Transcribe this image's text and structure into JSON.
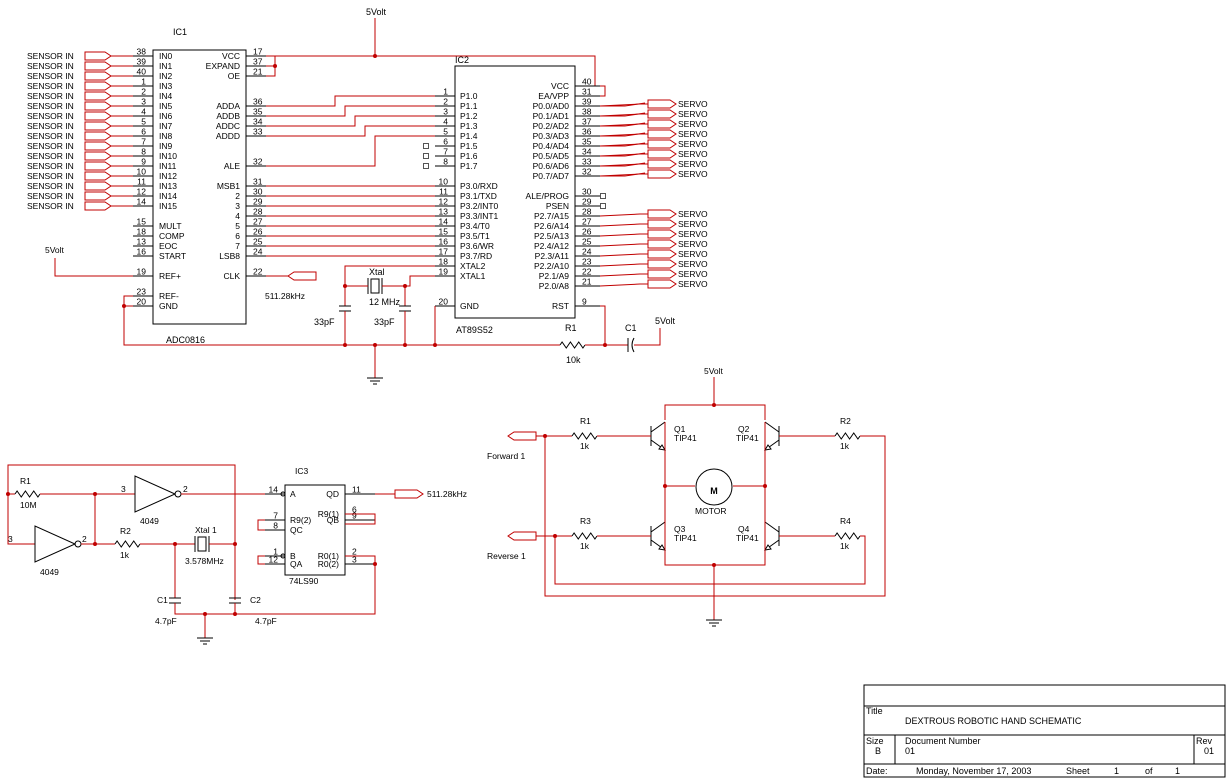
{
  "supply_label": "5Volt",
  "ic1": {
    "name": "IC1",
    "part": "ADC0816",
    "sensor_label": "SENSOR IN",
    "left_pins": [
      {
        "num": "38",
        "name": "IN0"
      },
      {
        "num": "39",
        "name": "IN1"
      },
      {
        "num": "40",
        "name": "IN2"
      },
      {
        "num": "1",
        "name": "IN3"
      },
      {
        "num": "2",
        "name": "IN4"
      },
      {
        "num": "3",
        "name": "IN5"
      },
      {
        "num": "4",
        "name": "IN6"
      },
      {
        "num": "5",
        "name": "IN7"
      },
      {
        "num": "6",
        "name": "IN8"
      },
      {
        "num": "7",
        "name": "IN9"
      },
      {
        "num": "8",
        "name": "IN10"
      },
      {
        "num": "9",
        "name": "IN11"
      },
      {
        "num": "10",
        "name": "IN12"
      },
      {
        "num": "11",
        "name": "IN13"
      },
      {
        "num": "12",
        "name": "IN14"
      },
      {
        "num": "14",
        "name": "IN15"
      }
    ],
    "ctrl_pins": [
      {
        "num": "15",
        "name": "MULT"
      },
      {
        "num": "18",
        "name": "COMP"
      },
      {
        "num": "13",
        "name": "EOC"
      },
      {
        "num": "16",
        "name": "START"
      }
    ],
    "ref_plus": {
      "num": "19",
      "name": "REF+"
    },
    "ref_minus": {
      "num": "23",
      "name": "REF-"
    },
    "gnd": {
      "num": "20",
      "name": "GND"
    },
    "top_right": [
      {
        "num": "17",
        "name": "VCC"
      },
      {
        "num": "37",
        "name": "EXPAND"
      },
      {
        "num": "21",
        "name": "OE"
      }
    ],
    "addr_pins": [
      {
        "num": "36",
        "name": "ADDA"
      },
      {
        "num": "35",
        "name": "ADDB"
      },
      {
        "num": "34",
        "name": "ADDC"
      },
      {
        "num": "33",
        "name": "ADDD"
      }
    ],
    "ale": {
      "num": "32",
      "name": "ALE"
    },
    "data_pins": [
      {
        "num": "31",
        "name": "MSB1"
      },
      {
        "num": "30",
        "name": ""
      },
      {
        "num": "29",
        "name": "2"
      },
      {
        "num": "28",
        "name": "3"
      },
      {
        "num": "27",
        "name": "4"
      },
      {
        "num": "26",
        "name": "5"
      },
      {
        "num": "25",
        "name": "6"
      },
      {
        "num": "24",
        "name": "7"
      }
    ],
    "data_labels": [
      "MSB1",
      "2",
      "3",
      "4",
      "5",
      "6",
      "7",
      "LSB8"
    ],
    "data_nums": [
      "31",
      "30",
      "29",
      "28",
      "27",
      "26",
      "25",
      "24"
    ],
    "clk": {
      "num": "22",
      "name": "CLK"
    },
    "clk_freq": "511.28kHz"
  },
  "ic2": {
    "name": "IC2",
    "part": "AT89S52",
    "vcc": {
      "num": "40",
      "name": "VCC"
    },
    "ea": {
      "num": "31",
      "name": "EA/VPP"
    },
    "p1": [
      {
        "num": "1",
        "name": "P1.0"
      },
      {
        "num": "2",
        "name": "P1.1"
      },
      {
        "num": "3",
        "name": "P1.2"
      },
      {
        "num": "4",
        "name": "P1.3"
      },
      {
        "num": "5",
        "name": "P1.4"
      },
      {
        "num": "6",
        "name": "P1.5"
      },
      {
        "num": "7",
        "name": "P1.6"
      },
      {
        "num": "8",
        "name": "P1.7"
      }
    ],
    "p3": [
      {
        "num": "10",
        "name": "P3.0/RXD"
      },
      {
        "num": "11",
        "name": "P3.1/TXD"
      },
      {
        "num": "12",
        "name": "P3.2/INT0"
      },
      {
        "num": "13",
        "name": "P3.3/INT1"
      },
      {
        "num": "14",
        "name": "P3.4/T0"
      },
      {
        "num": "15",
        "name": "P3.5/T1"
      },
      {
        "num": "16",
        "name": "P3.6/WR"
      },
      {
        "num": "17",
        "name": "P3.7/RD"
      }
    ],
    "xtal2": {
      "num": "18",
      "name": "XTAL2"
    },
    "xtal1": {
      "num": "19",
      "name": "XTAL1"
    },
    "gnd": {
      "num": "20",
      "name": "GND"
    },
    "p0": [
      {
        "num": "39",
        "name": "P0.0/AD0"
      },
      {
        "num": "38",
        "name": "P0.1/AD1"
      },
      {
        "num": "37",
        "name": "P0.2/AD2"
      },
      {
        "num": "36",
        "name": "P0.3/AD3"
      },
      {
        "num": "35",
        "name": "P0.4/AD4"
      },
      {
        "num": "34",
        "name": "P0.5/AD5"
      },
      {
        "num": "33",
        "name": "P0.6/AD6"
      },
      {
        "num": "32",
        "name": "P0.7/AD7"
      }
    ],
    "ale": {
      "num": "30",
      "name": "ALE/PROG"
    },
    "psen": {
      "num": "29",
      "name": "PSEN"
    },
    "p2": [
      {
        "num": "28",
        "name": "P2.7/A15"
      },
      {
        "num": "27",
        "name": "P2.6/A14"
      },
      {
        "num": "26",
        "name": "P2.5/A13"
      },
      {
        "num": "25",
        "name": "P2.4/A12"
      },
      {
        "num": "24",
        "name": "P2.3/A11"
      },
      {
        "num": "23",
        "name": "P2.2/A10"
      },
      {
        "num": "22",
        "name": "P2.1/A9"
      },
      {
        "num": "21",
        "name": "P2.0/A8"
      }
    ],
    "rst": {
      "num": "9",
      "name": "RST"
    },
    "servo_label": "SERVO"
  },
  "crystal_main": {
    "name": "Xtal",
    "freq": "12 MHz",
    "cap": "33pF"
  },
  "reset": {
    "r": "R1",
    "r_val": "10k",
    "c": "C1"
  },
  "osc": {
    "r1": "R1",
    "r1_val": "10M",
    "r2": "R2",
    "r2_val": "1k",
    "inv": "4049",
    "xtal": "Xtal 1",
    "xtal_freq": "3.578MHz",
    "c1": "C1",
    "c2": "C2",
    "cap": "4.7pF"
  },
  "ic3": {
    "name": "IC3",
    "part": "74LS90",
    "pins": [
      {
        "num": "14",
        "name": "A"
      },
      {
        "num": "11",
        "name": "QD"
      },
      {
        "num": "6",
        "name": "R9(1)"
      },
      {
        "num": "9",
        "name": "QB"
      },
      {
        "num": "7",
        "name": "R9(2)"
      },
      {
        "num": "8",
        "name": "QC"
      },
      {
        "num": "1",
        "name": "B"
      },
      {
        "num": "12",
        "name": "QA"
      },
      {
        "num": "2",
        "name": "R0(1)"
      },
      {
        "num": "3",
        "name": "R0(2)"
      }
    ],
    "out_freq": "511.28kHz"
  },
  "bridge": {
    "forward": "Forward 1",
    "reverse": "Reverse 1",
    "transistors": [
      {
        "ref": "Q1",
        "part": "TIP41"
      },
      {
        "ref": "Q2",
        "part": "TIP41"
      },
      {
        "ref": "Q3",
        "part": "TIP41"
      },
      {
        "ref": "Q4",
        "part": "TIP41"
      }
    ],
    "resistors": [
      {
        "ref": "R1",
        "val": "1k"
      },
      {
        "ref": "R2",
        "val": "1k"
      },
      {
        "ref": "R3",
        "val": "1k"
      },
      {
        "ref": "R4",
        "val": "1k"
      }
    ],
    "motor_symbol": "M",
    "motor_label": "MOTOR"
  },
  "title_block": {
    "title_caption": "Title",
    "title": "DEXTROUS ROBOTIC HAND SCHEMATIC",
    "size_caption": "Size",
    "size": "B",
    "docnum_caption": "Document Number",
    "docnum": "01",
    "rev_caption": "Rev",
    "rev": "01",
    "date_caption": "Date:",
    "date": "Monday, November 17, 2003",
    "sheet_caption": "Sheet",
    "sheet": "1",
    "of_caption": "of",
    "sheet_total": "1"
  }
}
